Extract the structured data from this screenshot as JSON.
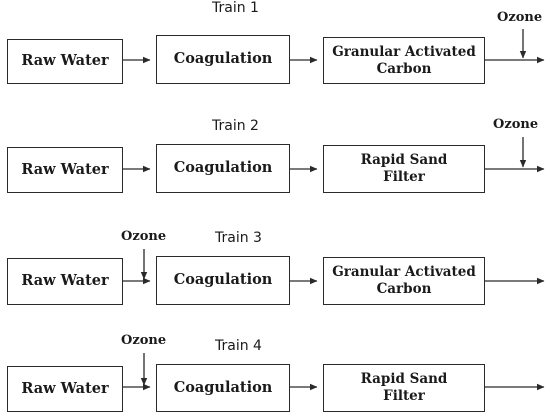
{
  "trains": [
    {
      "title": "Train 1",
      "stages": [
        "Raw Water",
        "Coagulation",
        "Granular Activated\nCarbon"
      ],
      "ozone_label": "Ozone",
      "ozone_position": "after-final-stage"
    },
    {
      "title": "Train 2",
      "stages": [
        "Raw Water",
        "Coagulation",
        "Rapid Sand\nFilter"
      ],
      "ozone_label": "Ozone",
      "ozone_position": "after-final-stage"
    },
    {
      "title": "Train 3",
      "stages": [
        "Raw Water",
        "Coagulation",
        "Granular Activated\nCarbon"
      ],
      "ozone_label": "Ozone",
      "ozone_position": "before-coagulation"
    },
    {
      "title": "Train 4",
      "stages": [
        "Raw Water",
        "Coagulation",
        "Rapid Sand\nFilter"
      ],
      "ozone_label": "Ozone",
      "ozone_position": "before-coagulation"
    }
  ],
  "colors": {
    "line": "#2a2a2a",
    "text": "#1a1a1a",
    "background": "#ffffff"
  }
}
